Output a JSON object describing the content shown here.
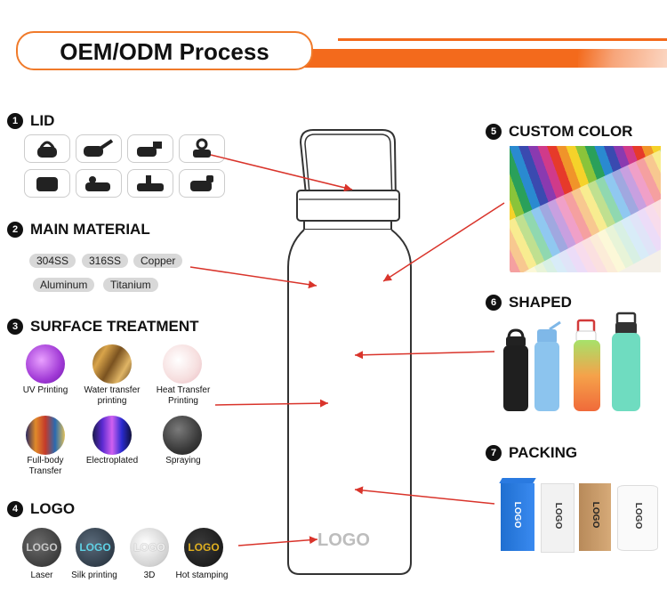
{
  "header": {
    "title": "OEM/ODM Process"
  },
  "sections": {
    "lid": {
      "num": "1",
      "title": "LID"
    },
    "material": {
      "num": "2",
      "title": "MAIN MATERIAL",
      "tags": [
        "304SS",
        "316SS",
        "Copper",
        "Aluminum",
        "Titanium"
      ]
    },
    "surface": {
      "num": "3",
      "title": "SURFACE TREATMENT",
      "items": [
        "UV Printing",
        "Water transfer printing",
        "Heat Transfer Printing",
        "Full-body Transfer",
        "Electroplated",
        "Spraying"
      ]
    },
    "logo": {
      "num": "4",
      "title": "LOGO",
      "items": [
        "Laser",
        "Silk printing",
        "3D",
        "Hot stamping"
      ],
      "badge": "LOGO"
    },
    "color": {
      "num": "5",
      "title": "CUSTOM COLOR"
    },
    "shaped": {
      "num": "6",
      "title": "SHAPED"
    },
    "packing": {
      "num": "7",
      "title": "PACKING",
      "box_text": "LOGO"
    }
  },
  "bottle": {
    "logo_text": "LOGO"
  },
  "colors": {
    "accent": "#f36a1c",
    "arrow": "#d9342b"
  }
}
